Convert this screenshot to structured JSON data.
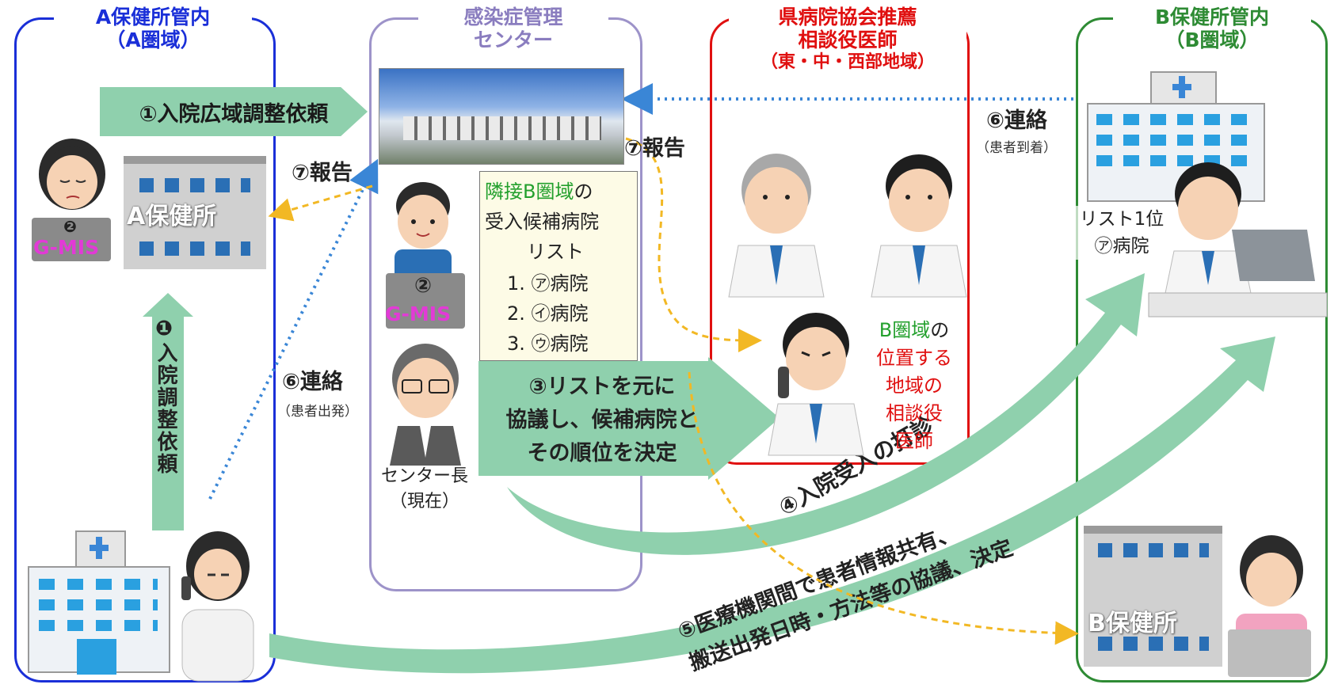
{
  "panels": {
    "a": {
      "title_line1": "A保健所管内",
      "title_line2": "（A圏域）",
      "office": "A保健所",
      "gmis_num": "❷",
      "gmis": "G-MIS"
    },
    "center": {
      "title_line1": "感染症管理",
      "title_line2": "センター",
      "gmis_num": "②",
      "gmis": "G-MIS",
      "director_line1": "センター長",
      "director_line2": "（現在）"
    },
    "doctors": {
      "title_line1": "県病院協会推薦",
      "title_line2": "相談役医師",
      "title_line3": "（東・中・西部地域）",
      "note_part1": "B圏域",
      "note_part2": "の",
      "note_lines": [
        "位置する",
        "地域の",
        "相談役",
        "医師"
      ]
    },
    "b": {
      "title_line1": "B保健所管内",
      "title_line2": "（B圏域）",
      "office": "B保健所",
      "list_rank_line1": "リスト1位",
      "list_rank_line2": "㋐病院"
    }
  },
  "candidate_list": {
    "header_part1": "隣接B圏域",
    "header_part2": "の",
    "line2": "受入候補病院",
    "line3": "リスト",
    "items": [
      "1. ㋐病院",
      "2. ㋑病院",
      "3. ㋒病院"
    ]
  },
  "steps": {
    "s1": "①入院広域調整依頼",
    "s1b_num": "❶",
    "s1b": "入院調整依頼",
    "s3_lines": [
      "③リストを元に",
      "協議し、候補病院と",
      "その順位を決定"
    ],
    "s4": "④入院受入の打診",
    "s5_line1": "⑤医療機関間で患者情報共有、",
    "s5_line2": "搬送出発日時・方法等の協議、決定",
    "s6_left": "⑥連絡",
    "s6_left_sub": "（患者出発）",
    "s6_right": "⑥連絡",
    "s6_right_sub": "（患者到着）",
    "s7_left": "⑦報告",
    "s7_mid": "⑦報告"
  },
  "colors": {
    "a_border": "#1a2fd8",
    "center_border": "#9d93c9",
    "doctors_border": "#e01010",
    "b_border": "#2e8b34",
    "flow_green": "#8fd0ad",
    "gmis_magenta": "#e23ad6",
    "green_text": "#23a02d",
    "red_text": "#e01010"
  }
}
